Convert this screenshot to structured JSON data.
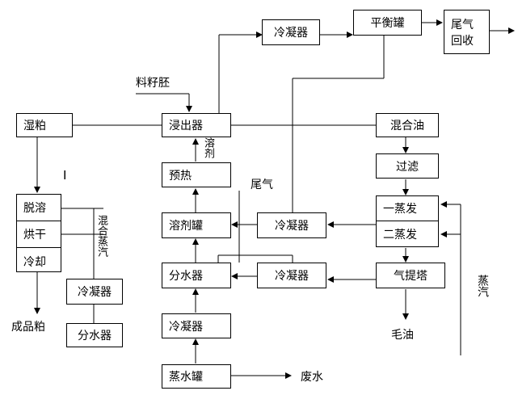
{
  "nodes": {
    "condenser_top": "冷凝器",
    "balance_tank": "平衡罐",
    "tail_gas_recovery_1": "尾气",
    "tail_gas_recovery_2": "回收",
    "flakes_label": "料籽胚",
    "wet_meal": "湿粕",
    "extractor": "浸出器",
    "mixed_oil": "混合油",
    "solvent_label": "溶剂",
    "preheat": "预热",
    "tail_gas_label": "尾气",
    "filter": "过滤",
    "desolventize": "脱溶",
    "dry": "烘干",
    "cool": "冷却",
    "mixed_steam": "混合蒸汽",
    "first_evap": "一蒸发",
    "second_evap": "二蒸发",
    "solvent_tank": "溶剂罐",
    "condenser_mid": "冷凝器",
    "water_sep_mid": "分水器",
    "condenser_mid2": "冷凝器",
    "stripper": "气提塔",
    "steam_label": "蒸汽",
    "condenser_left": "冷凝器",
    "water_sep_left": "分水器",
    "product_meal": "成品粕",
    "crude_oil": "毛油",
    "condenser_bottom": "冷凝器",
    "steam_water_tank": "蒸水罐",
    "waste_water": "废水",
    "marker": "I"
  }
}
